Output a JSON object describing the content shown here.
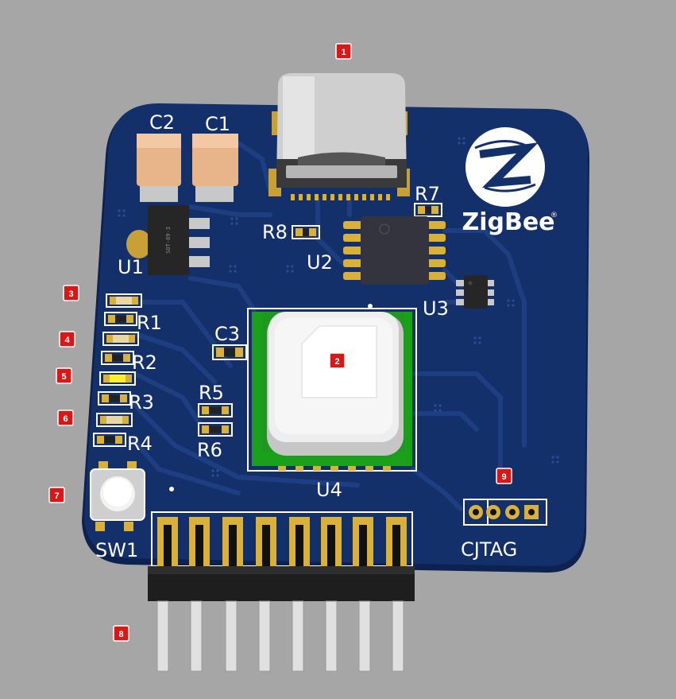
{
  "colors": {
    "background": "#a6a6a6",
    "board": "#14306a",
    "board_edge": "#0d2250",
    "trace": "#1d3f82",
    "silkscreen": "#ffffff",
    "marker": "#d81818",
    "gold": "#d9b13a",
    "module": "#1aa01a",
    "capacitor": "#e8b48a"
  },
  "markers": [
    "1",
    "2",
    "3",
    "4",
    "5",
    "6",
    "7",
    "8",
    "9"
  ],
  "labels": {
    "c2": "C2",
    "c1": "C1",
    "r7": "R7",
    "r8": "R8",
    "u2": "U2",
    "u1": "U1",
    "u3": "U3",
    "r1": "R1",
    "r2": "R2",
    "r3": "R3",
    "r4": "R4",
    "c3": "C3",
    "r5": "R5",
    "r6": "R6",
    "u4": "U4",
    "sw1": "SW1",
    "cjtag": "CJTAG"
  },
  "logo": {
    "text": "ZigBee",
    "icon": "zigbee-logo-icon"
  },
  "component_icons": [
    "usb-c-connector",
    "ldo-regulator",
    "usb-uart-chip",
    "sot23-6-chip",
    "rf-module",
    "pushbutton",
    "pin-header",
    "jtag-header"
  ],
  "regulator_marking": "SOT-89-3"
}
